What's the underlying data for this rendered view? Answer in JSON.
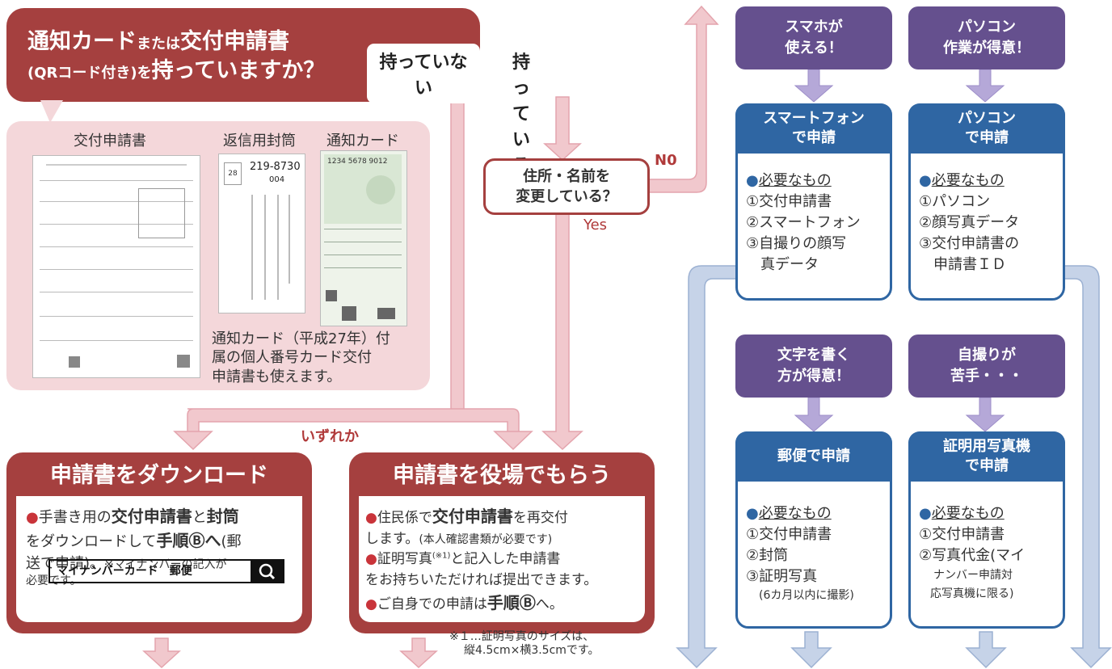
{
  "question": {
    "line1_a": "通知カード",
    "line1_b": "または",
    "line1_c": "交付申請書",
    "line2_a": "(QRコード付き)を",
    "line2_b": "持っていますか？",
    "no_label": "持っていない",
    "yes_label": "持っている"
  },
  "docs": {
    "label_form": "交付申請書",
    "label_envelope": "返信用封筒",
    "label_card": "通知カード",
    "envelope_zip": "219-8730",
    "envelope_code": "004",
    "card_number": "1234 5678 9012",
    "notice": [
      "通知カード（平成27年）付",
      "属の個人番号カード交付",
      "申請書も使えます。"
    ]
  },
  "address_question": {
    "line1": "住所・名前を",
    "line2": "変更している？",
    "no": "N0",
    "yes": "Yes"
  },
  "either_label": "いずれか",
  "download_box": {
    "title": "申請書をダウンロード",
    "t1": "手書き用の",
    "t2": "交付申請書",
    "t3": "と",
    "t4": "封筒",
    "t5": "をダウンロードして",
    "t6": "手順Ⓑへ",
    "t7": "(郵",
    "t8": "送で申請)。",
    "t9": "※マイナンバーの記入が",
    "t10": "必要です。",
    "search_text": "マイナンバーカード　郵便"
  },
  "office_box": {
    "title": "申請書を役場でもらう",
    "a1": "住民係で",
    "a2": "交付申請書",
    "a3": "を再交付",
    "a4": "します。",
    "a5": "(本人確認書類が必要です)",
    "b1": "証明写真",
    "b2": "(※1)",
    "b3": "と記入した申請書",
    "b4": "をお持ちいただければ提出できます。",
    "c1": "ご自身での申請は",
    "c2": "手順Ⓑ",
    "c3": "へ。"
  },
  "footnote": [
    "※１…証明写真のサイズは、",
    "縦4.5cm×横3.5cmです。"
  ],
  "right": {
    "smartphone_cond": [
      "スマホが",
      "使える！"
    ],
    "pc_cond": [
      "パソコン",
      "作業が得意！"
    ],
    "write_cond": [
      "文字を書く",
      "方が得意！"
    ],
    "selfie_cond": [
      "自撮りが",
      "苦手・・・"
    ],
    "smartphone_card": {
      "head": [
        "スマートフォン",
        "で申請"
      ],
      "need": "必要なもの",
      "items": [
        "①交付申請書",
        "②スマートフォン",
        "③自撮りの顔写",
        "　真データ"
      ]
    },
    "pc_card": {
      "head": [
        "パソコン",
        "で申請"
      ],
      "need": "必要なもの",
      "items": [
        "①パソコン",
        "②顔写真データ",
        "③交付申請書の",
        "　申請書ＩＤ"
      ]
    },
    "mail_card": {
      "head": "郵便で申請",
      "need": "必要なもの",
      "items": [
        "①交付申請書",
        "②封筒",
        "③証明写真"
      ],
      "note": "(6カ月以内に撮影)"
    },
    "booth_card": {
      "head": [
        "証明用写真機",
        "で申請"
      ],
      "need": "必要なもの",
      "items": [
        "①交付申請書",
        "②写真代金(マイ",
        "ナンバー申請対",
        "応写真機に限る)"
      ]
    }
  },
  "colors": {
    "dark_red": "#a5403f",
    "pink_arrow": "#f1c8cd",
    "purple": "#65508e",
    "blue": "#2f66a3",
    "lav_arrow": "#b5a8d8",
    "lightblue_arrow": "#c6d3e8"
  }
}
